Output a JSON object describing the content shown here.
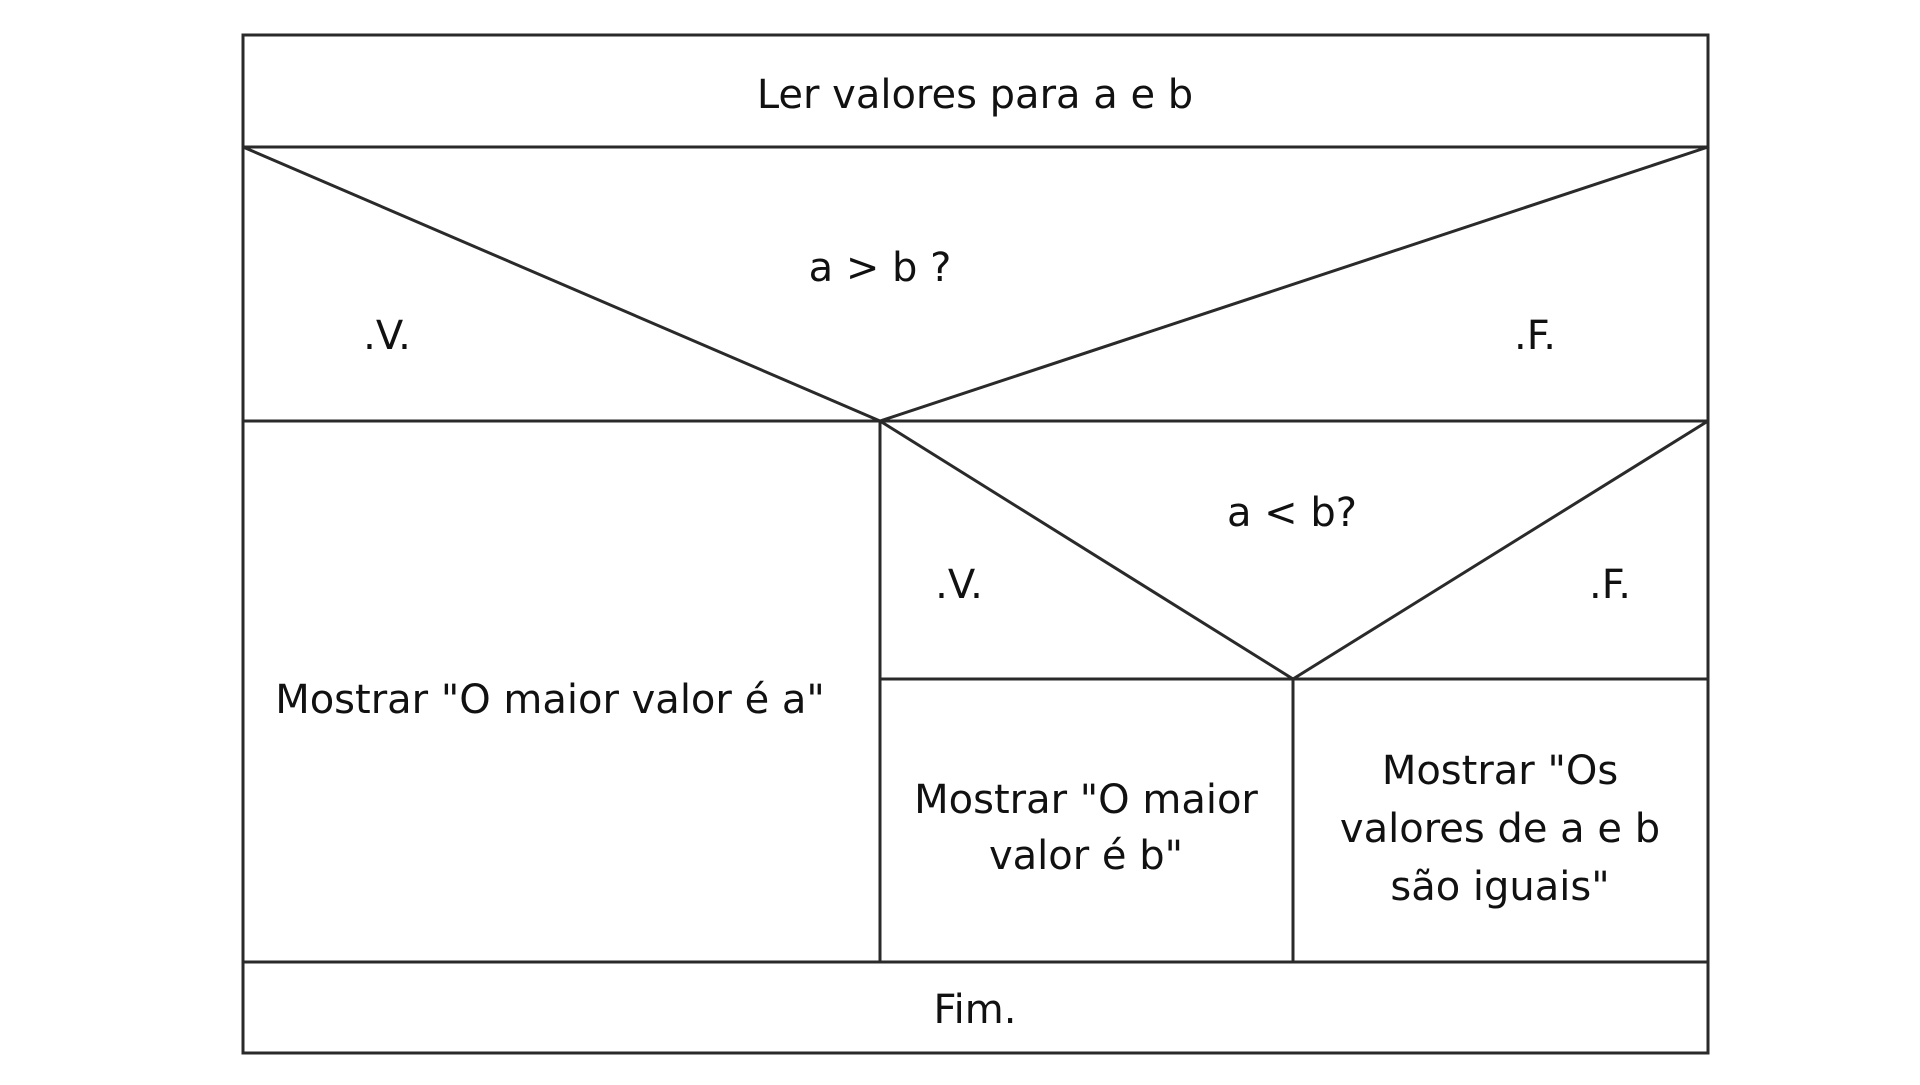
{
  "diagram": {
    "read": "Ler valores para a e b",
    "decision1": {
      "condition": "a > b ?",
      "true_flag": ".V.",
      "false_flag": ".F."
    },
    "show_a": "Mostrar \"O maior valor é a\"",
    "decision2": {
      "condition": "a < b?",
      "true_flag": ".V.",
      "false_flag": ".F."
    },
    "show_b": {
      "line1": "Mostrar \"O maior",
      "line2": "valor é b\""
    },
    "show_equal": {
      "line1": "Mostrar \"Os",
      "line2": "valores de a e b",
      "line3": "são iguais\""
    },
    "end": "Fim."
  },
  "colors": {
    "line": "#2a2a2a",
    "text": "#111111",
    "background": "#ffffff"
  }
}
